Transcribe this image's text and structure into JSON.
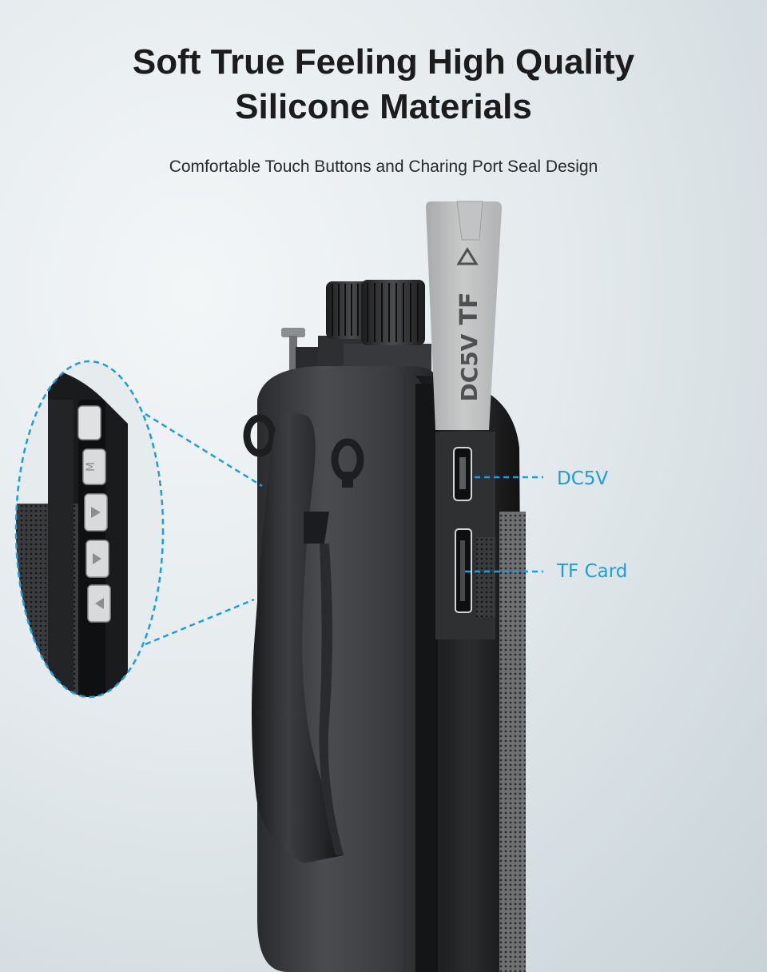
{
  "headline": {
    "line1": "Soft True Feeling High Quality",
    "line2": "Silicone Materials"
  },
  "subheadline": "Comfortable Touch Buttons and Charing Port Seal Design",
  "seal_flap": {
    "label_tf": "TF",
    "label_dc": "DC5V"
  },
  "callouts": {
    "dc_port": "DC5V",
    "tf_slot": "TF Card"
  },
  "zoom_buttons": {
    "mode_label": "M"
  },
  "colors": {
    "accent_blue": "#1a9fd9",
    "device_body": "#3b3d40",
    "silicone_gray": "#bdbebf"
  }
}
